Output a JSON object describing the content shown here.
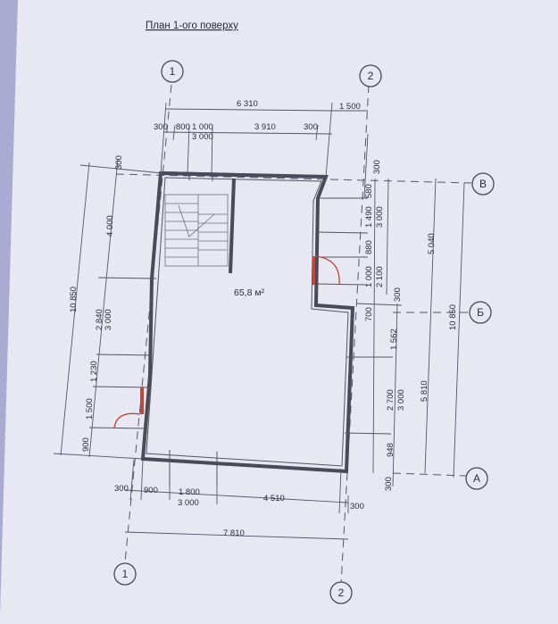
{
  "title": "План 1-ого поверху",
  "area_label": "65,8 м²",
  "axes": {
    "axis_1": "1",
    "axis_2": "2",
    "axis_V": "В",
    "axis_B": "Б",
    "axis_A": "А"
  },
  "top_dims": {
    "overall": "6 310",
    "right_extra": "1 500",
    "d300_left": "300",
    "d800": "800",
    "d1000": "1 000",
    "d3000": "3 000",
    "d3910": "3 910",
    "d300_right": "300"
  },
  "bottom_dims": {
    "d300_left": "300",
    "d900": "900",
    "d1800": "1 800",
    "d3000": "3 000",
    "d4510": "4 510",
    "d300_right": "300",
    "overall": "7 810"
  },
  "left_dims": {
    "overall": "10 850",
    "d300": "300",
    "d4000": "4 000",
    "d2840": "2 840",
    "d3000": "3 000",
    "d1230": "1 230",
    "d1500": "1 500",
    "d900": "900"
  },
  "right_dims": {
    "d300_top": "300",
    "d580": "580",
    "d1490": "1 490",
    "d3000_a": "3 000",
    "d880": "880",
    "d1000": "1 000",
    "d2100": "2 100",
    "d300_mid": "300",
    "d700": "700",
    "d1562": "1 562",
    "d2700": "2 700",
    "d3000_b": "3 000",
    "d948": "948",
    "d300_bot": "300",
    "d5040": "5 040",
    "d5810": "5 810",
    "overall": "10 850"
  }
}
